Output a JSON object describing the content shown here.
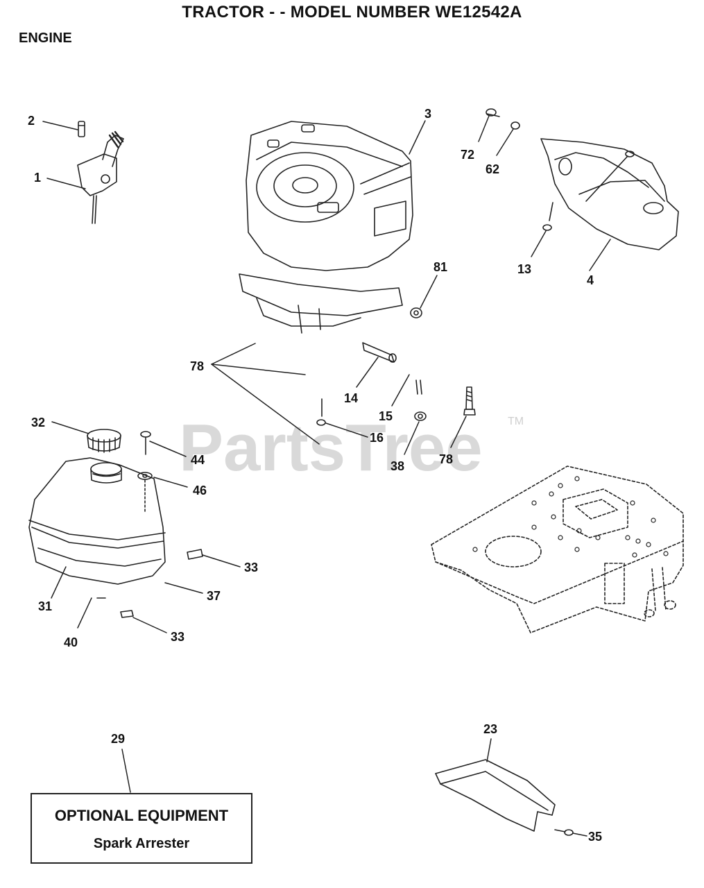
{
  "header": {
    "title": "TRACTOR - - MODEL NUMBER WE12542A",
    "section": "ENGINE"
  },
  "watermark": {
    "brand": "PartsTree",
    "tm": "TM"
  },
  "callouts": {
    "c1": "1",
    "c2": "2",
    "c3": "3",
    "c4": "4",
    "c13": "13",
    "c14": "14",
    "c15": "15",
    "c16": "16",
    "c23": "23",
    "c29": "29",
    "c31": "31",
    "c32": "32",
    "c33a": "33",
    "c33b": "33",
    "c35": "35",
    "c37": "37",
    "c38": "38",
    "c40": "40",
    "c44": "44",
    "c46": "46",
    "c62": "62",
    "c72": "72",
    "c78a": "78",
    "c78b": "78",
    "c81": "81"
  },
  "optional_box": {
    "title": "OPTIONAL EQUIPMENT",
    "item": "Spark Arrester"
  }
}
